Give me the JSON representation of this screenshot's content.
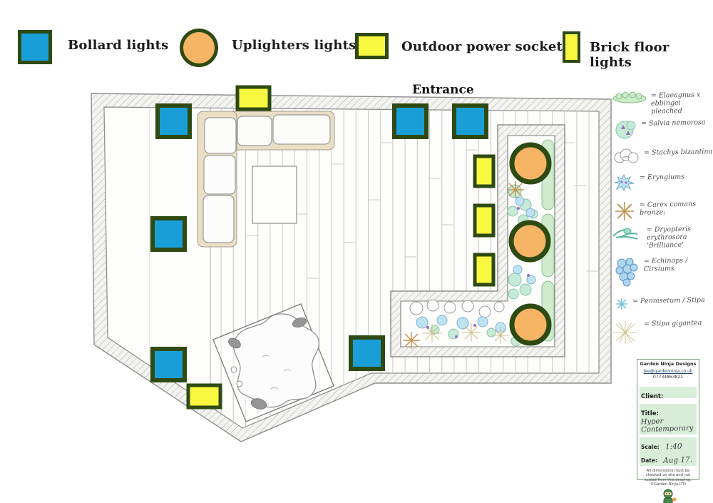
{
  "legend": {
    "outline_color": "#2e4a12",
    "items": [
      {
        "label": "Bollard lights",
        "symbol": "bollard-square",
        "fill": "#1a9ed8"
      },
      {
        "label": "Uplighters lights",
        "symbol": "uplighter-circle",
        "fill": "#f5b564"
      },
      {
        "label": "Outdoor power socket",
        "symbol": "socket-rect",
        "fill": "#f8f840"
      },
      {
        "label": "Brick floor lights",
        "symbol": "brick-rect",
        "fill": "#f8f840"
      }
    ]
  },
  "plan": {
    "entrance_label": "Entrance",
    "outline_color": "#2e4a12",
    "symbols": {
      "bollard_lights": {
        "fill": "#1a9ed8",
        "w": 45,
        "h": 44,
        "positions": [
          [
            221,
            148
          ],
          [
            214,
            306
          ],
          [
            214,
            489
          ],
          [
            492,
            473
          ],
          [
            553,
            148
          ],
          [
            637,
            148
          ]
        ]
      },
      "uplighter_lights": {
        "fill": "#f5b564",
        "r": 26,
        "positions": [
          [
            744,
            229
          ],
          [
            743,
            338
          ],
          [
            744,
            455
          ]
        ]
      },
      "power_sockets": {
        "fill": "#f8f840",
        "w": 45,
        "h": 31,
        "positions": [
          [
            333,
            122
          ],
          [
            264,
            540
          ]
        ]
      },
      "brick_floor_lights": {
        "fill": "#f8f840",
        "w": 26,
        "h": 42,
        "positions": [
          [
            666,
            219
          ],
          [
            666,
            288
          ],
          [
            666,
            357
          ]
        ]
      }
    }
  },
  "plant_legend": {
    "items": [
      {
        "icon": "elaeagnus-icon",
        "text": "= Elaeagnus x ebbingei pleached"
      },
      {
        "icon": "salvia-icon",
        "text": "= Salvia nemorosa"
      },
      {
        "icon": "stachys-icon",
        "text": "= Stachys bizantina"
      },
      {
        "icon": "eryngium-icon",
        "text": "= Eryngiums"
      },
      {
        "icon": "carex-icon",
        "text": "= Carex comans bronze:"
      },
      {
        "icon": "fern-icon",
        "text": "= Dryopteris erythrosora 'Brilliance'"
      },
      {
        "icon": "echinops-icon",
        "text": "= Echinops / Cirsiums"
      },
      {
        "icon": "pennisetum-icon",
        "text": "= Pennisetum / Stipa"
      },
      {
        "icon": "stipa-icon",
        "text": "= Stipa gigantea"
      }
    ]
  },
  "title_block": {
    "company": "Garden Ninja Designs",
    "email": "lee@gardenninja.co.uk",
    "phone": "07734863821",
    "client_label": "Client:",
    "title_label": "Title:",
    "title_value": "Hyper Contemporary",
    "scale_label": "Scale:",
    "scale_value": "1:40",
    "date_label": "Date:",
    "date_value": "Aug 17.",
    "disclaimer": "All dimensions must be checked on site and not scaled from this drawing. ©Garden Ninja LTD"
  }
}
